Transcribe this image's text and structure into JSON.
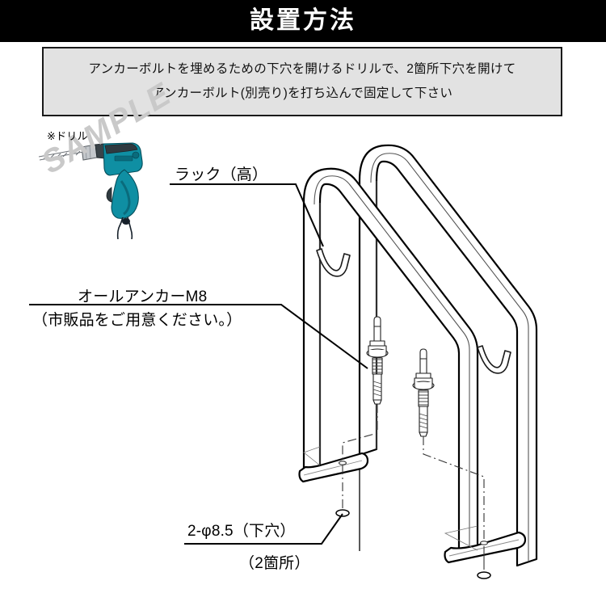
{
  "header": {
    "title": "設置方法"
  },
  "description": {
    "line1": "アンカーボルトを埋めるための下穴を開けるドリルで、2箇所下穴を開けて",
    "line2": "アンカーボルト(別売り)を打ち込んで固定して下さい"
  },
  "labels": {
    "drill_note": "※ドリル",
    "rack": "ラック（高）",
    "anchor_line1": "オールアンカーM8",
    "anchor_line2": "（市販品をご用意ください。）",
    "hole_line1": "2-φ8.5（下穴）",
    "hole_line2": "（2箇所）"
  },
  "watermark": {
    "text": "SAMPLE"
  },
  "icons": {
    "drill": "power-drill-icon",
    "rack": "bicycle-rack-icon",
    "anchor_bolt": "anchor-bolt-icon",
    "floor_hole": "floor-hole-icon"
  },
  "colors": {
    "header_background": "#000000",
    "header_text": "#ffffff",
    "desc_background": "#e2e2e2",
    "desc_border": "#1a1a1a",
    "drill_body": "#0f8fa3",
    "drill_body_dark": "#0a6b7c",
    "drill_accent": "#2f3a40",
    "drill_metal": "#b8bcc0",
    "watermark": "#c9c9c9",
    "line": "#000000"
  }
}
